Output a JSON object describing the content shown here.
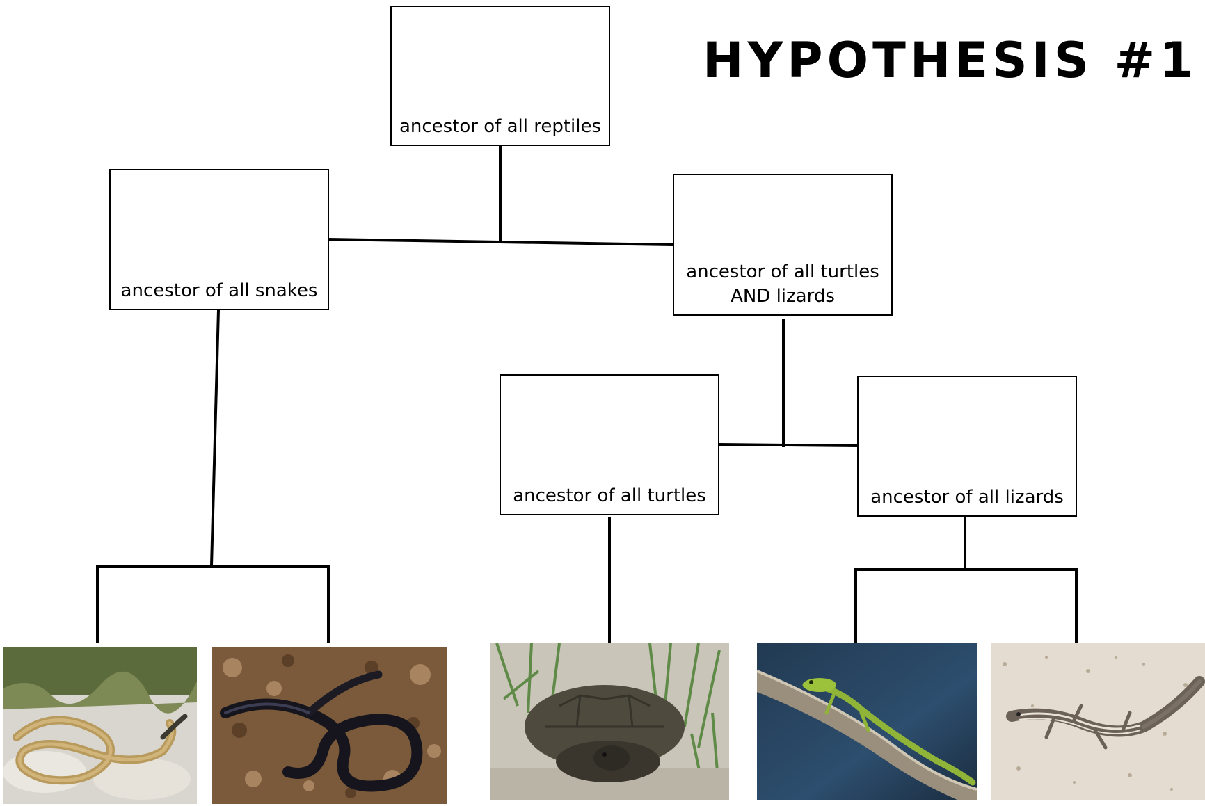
{
  "title": "HYPOTHESIS #1",
  "nodes": {
    "reptiles": "ancestor of all reptiles",
    "snakes": "ancestor of all snakes",
    "turtles_lizards": "ancestor of all turtles\nAND lizards",
    "turtles": "ancestor of all turtles",
    "lizards": "ancestor of all lizards"
  },
  "photos": [
    {
      "subject": "tan-snake"
    },
    {
      "subject": "black-snake"
    },
    {
      "subject": "gopher-tortoise"
    },
    {
      "subject": "green-anole-lizard"
    },
    {
      "subject": "striped-lizard"
    }
  ],
  "colors": {
    "line": "#000000",
    "box_border": "#000000"
  }
}
